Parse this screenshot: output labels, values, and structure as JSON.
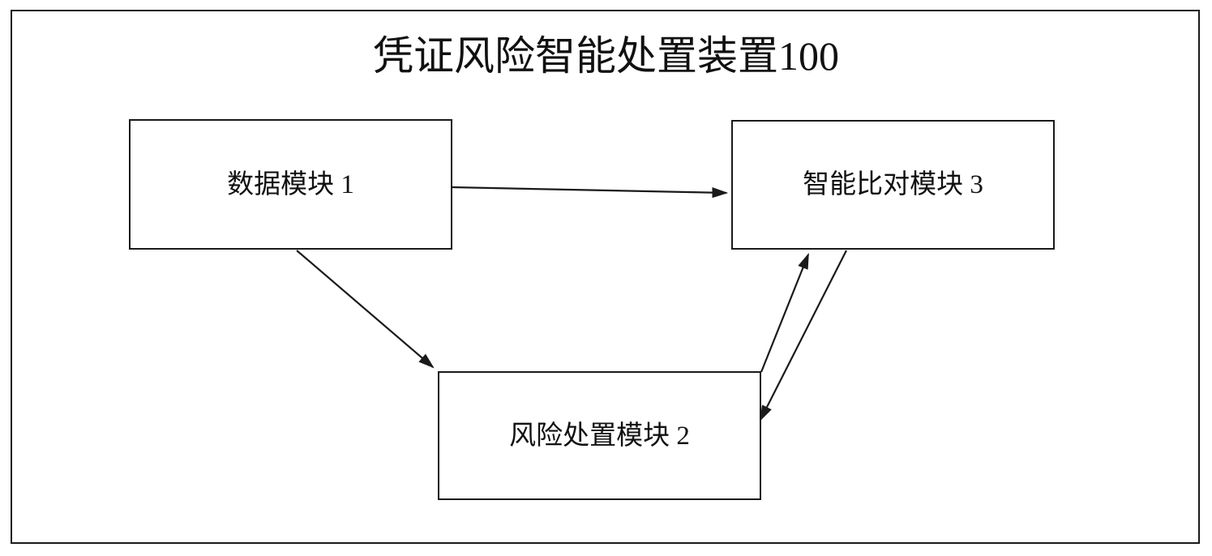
{
  "figure": {
    "title": "凭证风险智能处置装置100",
    "line_color": "#1a1a1a",
    "text_color": "#111111",
    "background_color": "#ffffff"
  },
  "modules": [
    {
      "id": "data-module",
      "label": "数据模块 1",
      "number": "1",
      "name": "数据模块"
    },
    {
      "id": "compare-module",
      "label": "智能比对模块 3",
      "number": "3",
      "name": "智能比对模块"
    },
    {
      "id": "risk-module",
      "label": "风险处置模块 2",
      "number": "2",
      "name": "风险处置模块"
    }
  ],
  "connectors": [
    {
      "id": "data-to-compare",
      "from": "data-module",
      "to": "compare-module",
      "arrowhead": "end",
      "style": "solid"
    },
    {
      "id": "data-to-risk",
      "from": "data-module",
      "to": "risk-module",
      "arrowhead": "end",
      "style": "solid"
    },
    {
      "id": "risk-to-compare",
      "from": "risk-module",
      "to": "compare-module",
      "arrowhead": "end",
      "style": "solid"
    },
    {
      "id": "compare-to-risk",
      "from": "compare-module",
      "to": "risk-module",
      "arrowhead": "end",
      "style": "solid"
    }
  ]
}
